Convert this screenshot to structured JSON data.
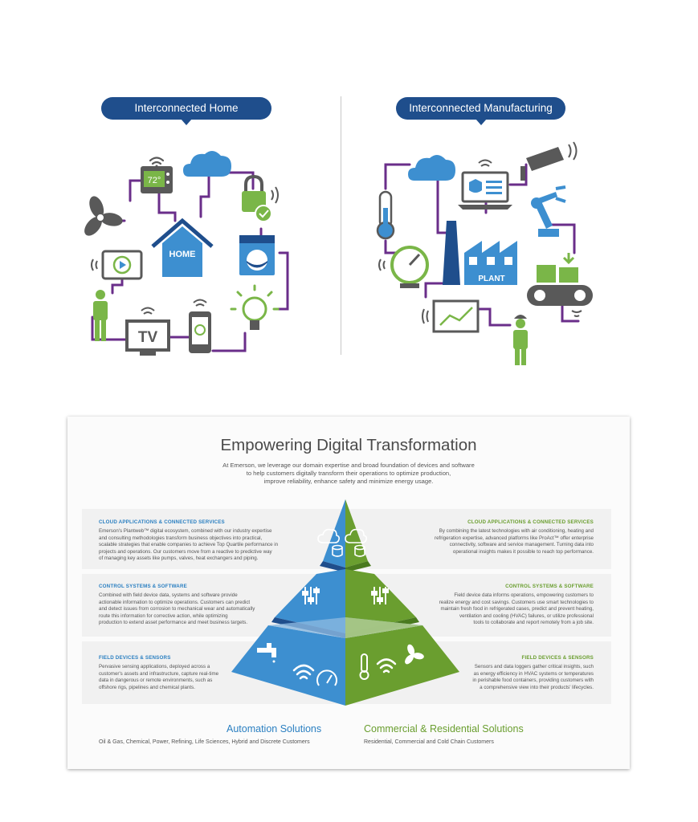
{
  "home": {
    "title": "Interconnected Home",
    "thermostat": "72°",
    "house_label": "HOME",
    "tv_label": "TV"
  },
  "manufacturing": {
    "title": "Interconnected Manufacturing",
    "plant_label": "PLANT"
  },
  "card": {
    "title": "Empowering Digital Transformation",
    "intro": [
      "At Emerson, we leverage our domain expertise and broad foundation of devices and software",
      "to help customers digitally transform their operations to optimize production,",
      "improve reliability, enhance safety and minimize energy usage."
    ],
    "left": [
      {
        "heading": "CLOUD APPLICATIONS & CONNECTED SERVICES",
        "lines": [
          "Emerson's Plantweb™ digital ecosystem, combined with our industry expertise",
          "and consulting methodologies transform business objectives into practical,",
          "scalable strategies that enable companies to achieve Top Quartile performance in",
          "projects and operations. Our customers move from a reactive to predictive way",
          "of managing key assets like pumps, valves, heat exchangers and piping."
        ]
      },
      {
        "heading": "CONTROL SYSTEMS & SOFTWARE",
        "lines": [
          "Combined with field device data, systems and software provide",
          "actionable information to optimize operations. Customers can predict",
          "and detect issues from corrosion to mechanical wear and automatically",
          "route this information for corrective action, while optimizing",
          "production to extend asset performance and meet business targets."
        ]
      },
      {
        "heading": "FIELD DEVICES & SENSORS",
        "lines": [
          "Pervasive sensing applications, deployed across a",
          "customer's assets and infrastructure, capture real-time",
          "data in dangerous or remote environments, such as",
          "offshore rigs, pipelines and chemical plants."
        ]
      }
    ],
    "right": [
      {
        "heading": "CLOUD APPLICATIONS & CONNECTED SERVICES",
        "lines": [
          "By combining the latest technologies with air conditioning, heating and",
          "refrigeration expertise, advanced platforms like ProAct™ offer enterprise",
          "connectivity, software and service management. Turning data into",
          "operational insights makes it possible to reach top performance."
        ]
      },
      {
        "heading": "CONTROL SYSTEMS & SOFTWARE",
        "lines": [
          "Field device data informs operations, empowering customers to",
          "realize energy and cost savings. Customers use smart technologies to",
          "maintain fresh food in refrigerated cases, predict and prevent heating,",
          "ventilation and cooling (HVAC) failures, or utilize professional",
          "tools to collaborate and report remotely from a job site."
        ]
      },
      {
        "heading": "FIELD DEVICES & SENSORS",
        "lines": [
          "Sensors and data loggers gather critical insights, such",
          "as energy efficiency in HVAC systems or temperatures",
          "in perishable food containers, providing customers with",
          "a comprehensive view into their products' lifecycles."
        ]
      }
    ],
    "footer": {
      "automation_title": "Automation Solutions",
      "automation_sub": "Oil & Gas, Chemical, Power, Refining, Life Sciences, Hybrid and Discrete Customers",
      "commercial_title": "Commercial & Residential Solutions",
      "commercial_sub": "Residential, Commercial and Cold Chain Customers"
    }
  },
  "colors": {
    "navy": "#1f4e8c",
    "blue": "#2a7fc1",
    "lightblue": "#3d8fd0",
    "green": "#6a9e2f",
    "purple": "#6a2e8a",
    "gray": "#595959"
  }
}
